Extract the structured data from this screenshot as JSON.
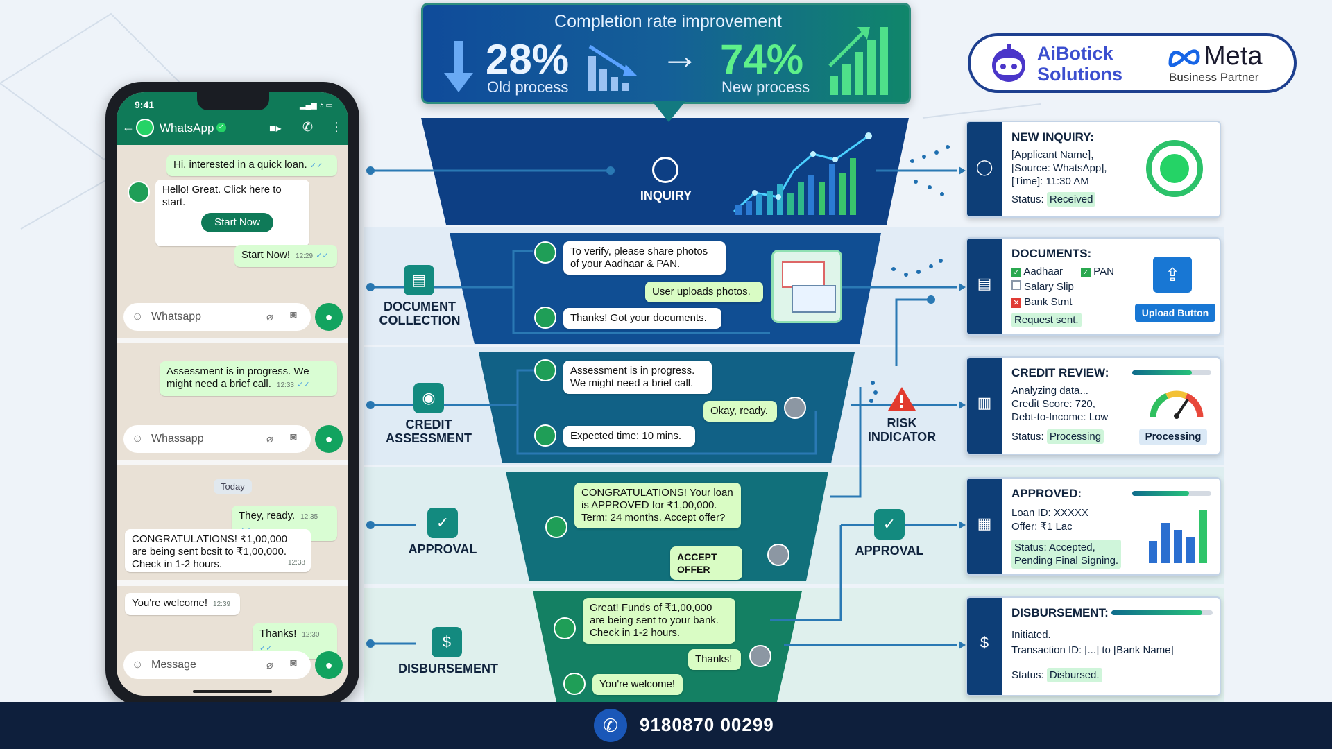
{
  "banner": {
    "title": "Completion rate improvement",
    "old_value": "28%",
    "old_label": "Old process",
    "arrow": "→",
    "new_value": "74%",
    "new_label": "New process"
  },
  "logos": {
    "aibotick_line1": "AiBotick",
    "aibotick_line2": "Solutions",
    "meta_name": "Meta",
    "meta_sub": "Business Partner"
  },
  "phone": {
    "time": "9:41",
    "app_name": "WhatsApp",
    "section1": {
      "msg1": {
        "text": "Hi, interested in a quick loan.",
        "time": ""
      },
      "msg2": {
        "text": "Hello! Great. Click here to start.",
        "time": ""
      },
      "start_button": "Start Now",
      "msg3": {
        "text": "Start Now!",
        "time": "12:29"
      },
      "input_placeholder": "Whatsapp"
    },
    "section2": {
      "msg1": {
        "text": "Assessment is in progress. We might need a brief call.",
        "time": "12:33"
      },
      "input_placeholder": "Whassapp"
    },
    "section3": {
      "date_chip": "Today",
      "msg1": {
        "text": "They, ready.",
        "time": "12:35"
      },
      "msg2": {
        "text": "CONGRATULATIONS! ₹1,00,000 are being sent bcsit to ₹1,00,000. Check in 1-2 hours.",
        "time": "12:38"
      },
      "msg3": {
        "text": "You're welcome!",
        "time": "12:39"
      },
      "msg4": {
        "text": "Thanks!",
        "time": "12:30"
      },
      "input_placeholder": "Message"
    }
  },
  "funnel": {
    "inquiry": {
      "label": "INQUIRY"
    },
    "documents": {
      "label_line1": "DOCUMENT",
      "label_line2": "COLLECTION",
      "bot1": "To verify, please share photos of your Aadhaar & PAN.",
      "user1": "User uploads photos.",
      "bot2": "Thanks! Got your documents."
    },
    "credit": {
      "label_line1": "CREDIT",
      "label_line2": "ASSESSMENT",
      "bot1": "Assessment is in progress. We might need a brief call.",
      "user1": "Okay, ready.",
      "bot2": "Expected time: 10 mins.",
      "risk_line1": "RISK",
      "risk_line2": "INDICATOR"
    },
    "approval": {
      "label": "APPROVAL",
      "bot1": "CONGRATULATIONS! Your loan is APPROVED for ₹1,00,000. Term: 24 months. Accept offer?",
      "user1": "ACCEPT OFFER",
      "right_label": "APPROVAL"
    },
    "disbursement": {
      "label": "DISBURSEMENT",
      "bot1": "Great! Funds of ₹1,00,000 are being sent to your bank. Check in 1-2 hours.",
      "user1": "Thanks!",
      "bot2": "You're welcome!"
    }
  },
  "cards": {
    "inquiry": {
      "title": "NEW INQUIRY:",
      "line1": "[Applicant Name],",
      "line2": "[Source: WhatsApp],",
      "line3": "[Time]: 11:30 AM",
      "status_label": "Status:",
      "status": "Received"
    },
    "documents": {
      "title": "DOCUMENTS:",
      "items": [
        {
          "label": "Aadhaar",
          "state": "checked"
        },
        {
          "label": "PAN",
          "state": "checked"
        },
        {
          "label": "Salary Slip",
          "state": "empty"
        },
        {
          "label": "Bank Stmt",
          "state": "rejected"
        }
      ],
      "note": "Request sent.",
      "upload_button": "Upload Button"
    },
    "credit": {
      "title": "CREDIT REVIEW:",
      "line1": "Analyzing data...",
      "line2": "Credit Score: 720,",
      "line3": "Debt-to-Income: Low",
      "status_label": "Status:",
      "status": "Processing",
      "gauge_label": "Processing",
      "progress": 0.75
    },
    "approved": {
      "title": "APPROVED:",
      "line1": "Loan ID: XXXXX",
      "line2": "Offer: ₹1 Lac",
      "status_label": "Status:",
      "status_line1": "Accepted,",
      "status_line2": "Pending Final Signing.",
      "progress": 0.72
    },
    "disbursement": {
      "title": "DISBURSEMENT:",
      "line1": "Initiated.",
      "line2": "Transaction ID: [...] to [Bank Name]",
      "status_label": "Status:",
      "status": "Disbursed.",
      "progress": 0.9
    }
  },
  "footer": {
    "phone": "9180870 00299"
  },
  "colors": {
    "navy": "#0e1f3c",
    "whatsapp_green": "#1f9e57",
    "accent_teal": "#138a7f",
    "banner_blue": "#0f4b9a"
  }
}
